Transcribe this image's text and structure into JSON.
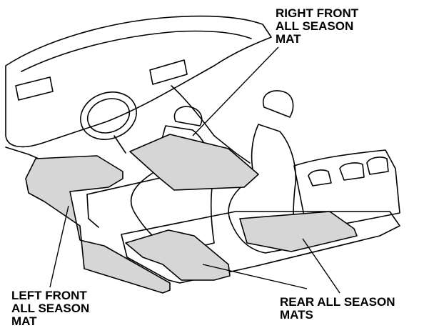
{
  "labels": {
    "right_front_mat": "RIGHT FRONT\nALL SEASON\nMAT",
    "left_front_mat": "LEFT FRONT\nALL SEASON\nMAT",
    "rear_mats": "REAR ALL SEASON\nMATS"
  },
  "colors": {
    "line": "#000000",
    "mat_fill": "#d6d6d6",
    "background": "#ffffff"
  }
}
